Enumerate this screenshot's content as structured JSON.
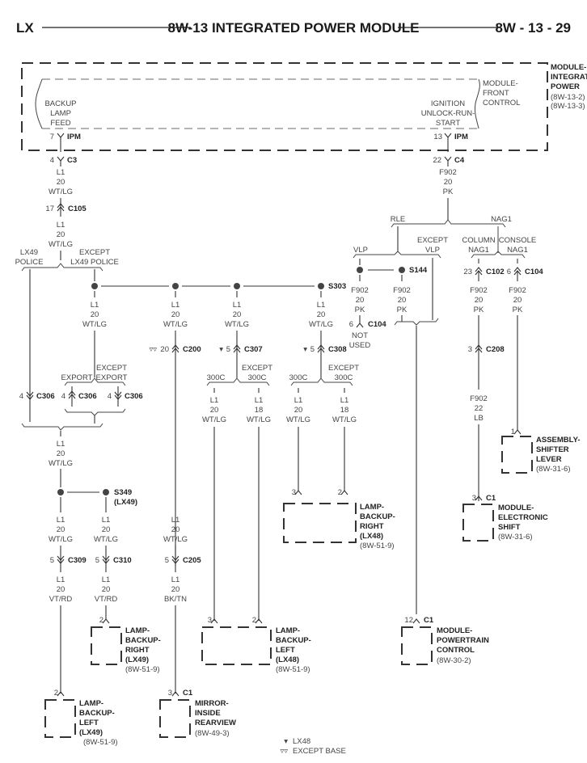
{
  "header": {
    "left": "LX",
    "title": "8W-13 INTEGRATED POWER MODULE",
    "page": "8W - 13 - 29"
  },
  "ipm": {
    "name_lines": [
      "MODULE-",
      "INTEGRATED",
      "POWER"
    ],
    "refs": [
      "(8W-13-2)",
      "(8W-13-3)"
    ],
    "fcm_lines": [
      "MODULE-",
      "FRONT",
      "CONTROL"
    ],
    "backup_feed_lines": [
      "BACKUP",
      "LAMP",
      "FEED"
    ],
    "ignition_lines": [
      "IGNITION",
      "UNLOCK-RUN-",
      "START"
    ],
    "pin_left": "7",
    "conn_left": "IPM",
    "pin_right": "13",
    "conn_right": "IPM"
  },
  "left_trunk": {
    "c3_pin": "4",
    "c3": "C3",
    "wire1": [
      "L1",
      "20",
      "WT/LG"
    ],
    "c105_pin": "17",
    "c105": "C105",
    "wire2": [
      "L1",
      "20",
      "WT/LG"
    ],
    "branch_left": [
      "LX49",
      "POLICE"
    ],
    "branch_right": [
      "EXCEPT",
      "LX49 POLICE"
    ]
  },
  "right_trunk": {
    "c4_pin": "22",
    "c4": "C4",
    "wire": [
      "F902",
      "20",
      "PK"
    ],
    "branch_rle": "RLE",
    "branch_nag1": "NAG1",
    "vlp": "VLP",
    "except_vlp": [
      "EXCEPT",
      "VLP"
    ],
    "column_nag1": [
      "COLUMN",
      "NAG1"
    ],
    "console_nag1": [
      "CONSOLE",
      "NAG1"
    ],
    "s144": "S144",
    "vlp_wire_a": [
      "F902",
      "20",
      "PK"
    ],
    "vlp_wire_b": [
      "F902",
      "20",
      "PK"
    ],
    "c104_nu_pin": "6",
    "c104_nu": "C104",
    "not_used": [
      "NOT",
      "USED"
    ],
    "c102_pin": "23",
    "c102": "C102",
    "c104_pin": "6",
    "c104": "C104",
    "col_wire": [
      "F902",
      "20",
      "PK"
    ],
    "con_wire": [
      "F902",
      "20",
      "PK"
    ],
    "c208_pin": "3",
    "c208": "C208",
    "col_wire2": [
      "F902",
      "22",
      "LB"
    ]
  },
  "splice_row": {
    "s303": "S303",
    "branch1_wire": [
      "L1",
      "20",
      "WT/LG"
    ],
    "branch2_wire": [
      "L1",
      "20",
      "WT/LG"
    ],
    "branch3_wire": [
      "L1",
      "20",
      "WT/LG"
    ],
    "branch4_wire": [
      "L1",
      "20",
      "WT/LG"
    ],
    "export": "EXPORT",
    "except_export": [
      "EXCEPT",
      "EXPORT"
    ],
    "c306_pin_a": "4",
    "c306_a": "C306",
    "c306_pin_b": "4",
    "c306_b": "C306",
    "c306_pin_c": "4",
    "c306_c": "C306",
    "c200_sym": "▿▿",
    "c200_pin": "20",
    "c200": "C200",
    "c307_sym": "▾",
    "c307_pin": "5",
    "c307": "C307",
    "c308_sym": "▾",
    "c308_pin": "5",
    "c308": "C308",
    "opt_300c": "300C",
    "opt_except_300c": [
      "EXCEPT",
      "300C"
    ],
    "w307a": [
      "L1",
      "20",
      "WT/LG"
    ],
    "w307b": [
      "L1",
      "18",
      "WT/LG"
    ],
    "w308a": [
      "L1",
      "20",
      "WT/LG"
    ],
    "w308b": [
      "L1",
      "18",
      "WT/LG"
    ]
  },
  "lower_left": {
    "merged_wire": [
      "L1",
      "20",
      "WT/LG"
    ],
    "s349": [
      "S349",
      "(LX49)"
    ],
    "w_a": [
      "L1",
      "20",
      "WT/LG"
    ],
    "w_b": [
      "L1",
      "20",
      "WT/LG"
    ],
    "w_c": [
      "L1",
      "20",
      "WT/LG"
    ],
    "c309_pin": "5",
    "c309": "C309",
    "c310_pin": "5",
    "c310": "C310",
    "c205_pin": "5",
    "c205": "C205",
    "w_a2": [
      "L1",
      "20",
      "VT/RD"
    ],
    "w_b2": [
      "L1",
      "20",
      "VT/RD"
    ],
    "w_c2": [
      "L1",
      "20",
      "BK/TN"
    ]
  },
  "components": [
    {
      "id": "lamp-backup-right-lx48",
      "pins": [
        "3",
        "2"
      ],
      "lines": [
        "LAMP-",
        "BACKUP-",
        "RIGHT",
        "(LX48)"
      ],
      "ref": "(8W-51-9)"
    },
    {
      "id": "assembly-shifter-lever",
      "pins": [
        "1"
      ],
      "lines": [
        "ASSEMBLY-",
        "SHIFTER",
        "LEVER"
      ],
      "ref": "(8W-31-6)"
    },
    {
      "id": "module-electronic-shift",
      "pins": [
        "3"
      ],
      "conn": "C1",
      "lines": [
        "MODULE-",
        "ELECTRONIC",
        "SHIFT"
      ],
      "ref": "(8W-31-6)"
    },
    {
      "id": "lamp-backup-right-lx49",
      "pins": [
        "2"
      ],
      "lines": [
        "LAMP-",
        "BACKUP-",
        "RIGHT",
        "(LX49)"
      ],
      "ref": "(8W-51-9)"
    },
    {
      "id": "lamp-backup-left-lx48",
      "pins": [
        "3",
        "2"
      ],
      "lines": [
        "LAMP-",
        "BACKUP-",
        "LEFT",
        "(LX48)"
      ],
      "ref": "(8W-51-9)"
    },
    {
      "id": "module-powertrain-control",
      "pins": [
        "12"
      ],
      "conn": "C1",
      "lines": [
        "MODULE-",
        "POWERTRAIN",
        "CONTROL"
      ],
      "ref": "(8W-30-2)"
    },
    {
      "id": "lamp-backup-left-lx49",
      "pins": [
        "2"
      ],
      "lines": [
        "LAMP-",
        "BACKUP-",
        "LEFT",
        "(LX49)"
      ],
      "ref": "(8W-51-9)"
    },
    {
      "id": "mirror-inside-rearview",
      "pins": [
        "3"
      ],
      "conn": "C1",
      "lines": [
        "MIRROR-",
        "INSIDE",
        "REARVIEW"
      ],
      "ref": "(8W-49-3)"
    }
  ],
  "legend": [
    {
      "symbol": "▾",
      "label": "LX48"
    },
    {
      "symbol": "▿▿",
      "label": "EXCEPT BASE"
    }
  ]
}
